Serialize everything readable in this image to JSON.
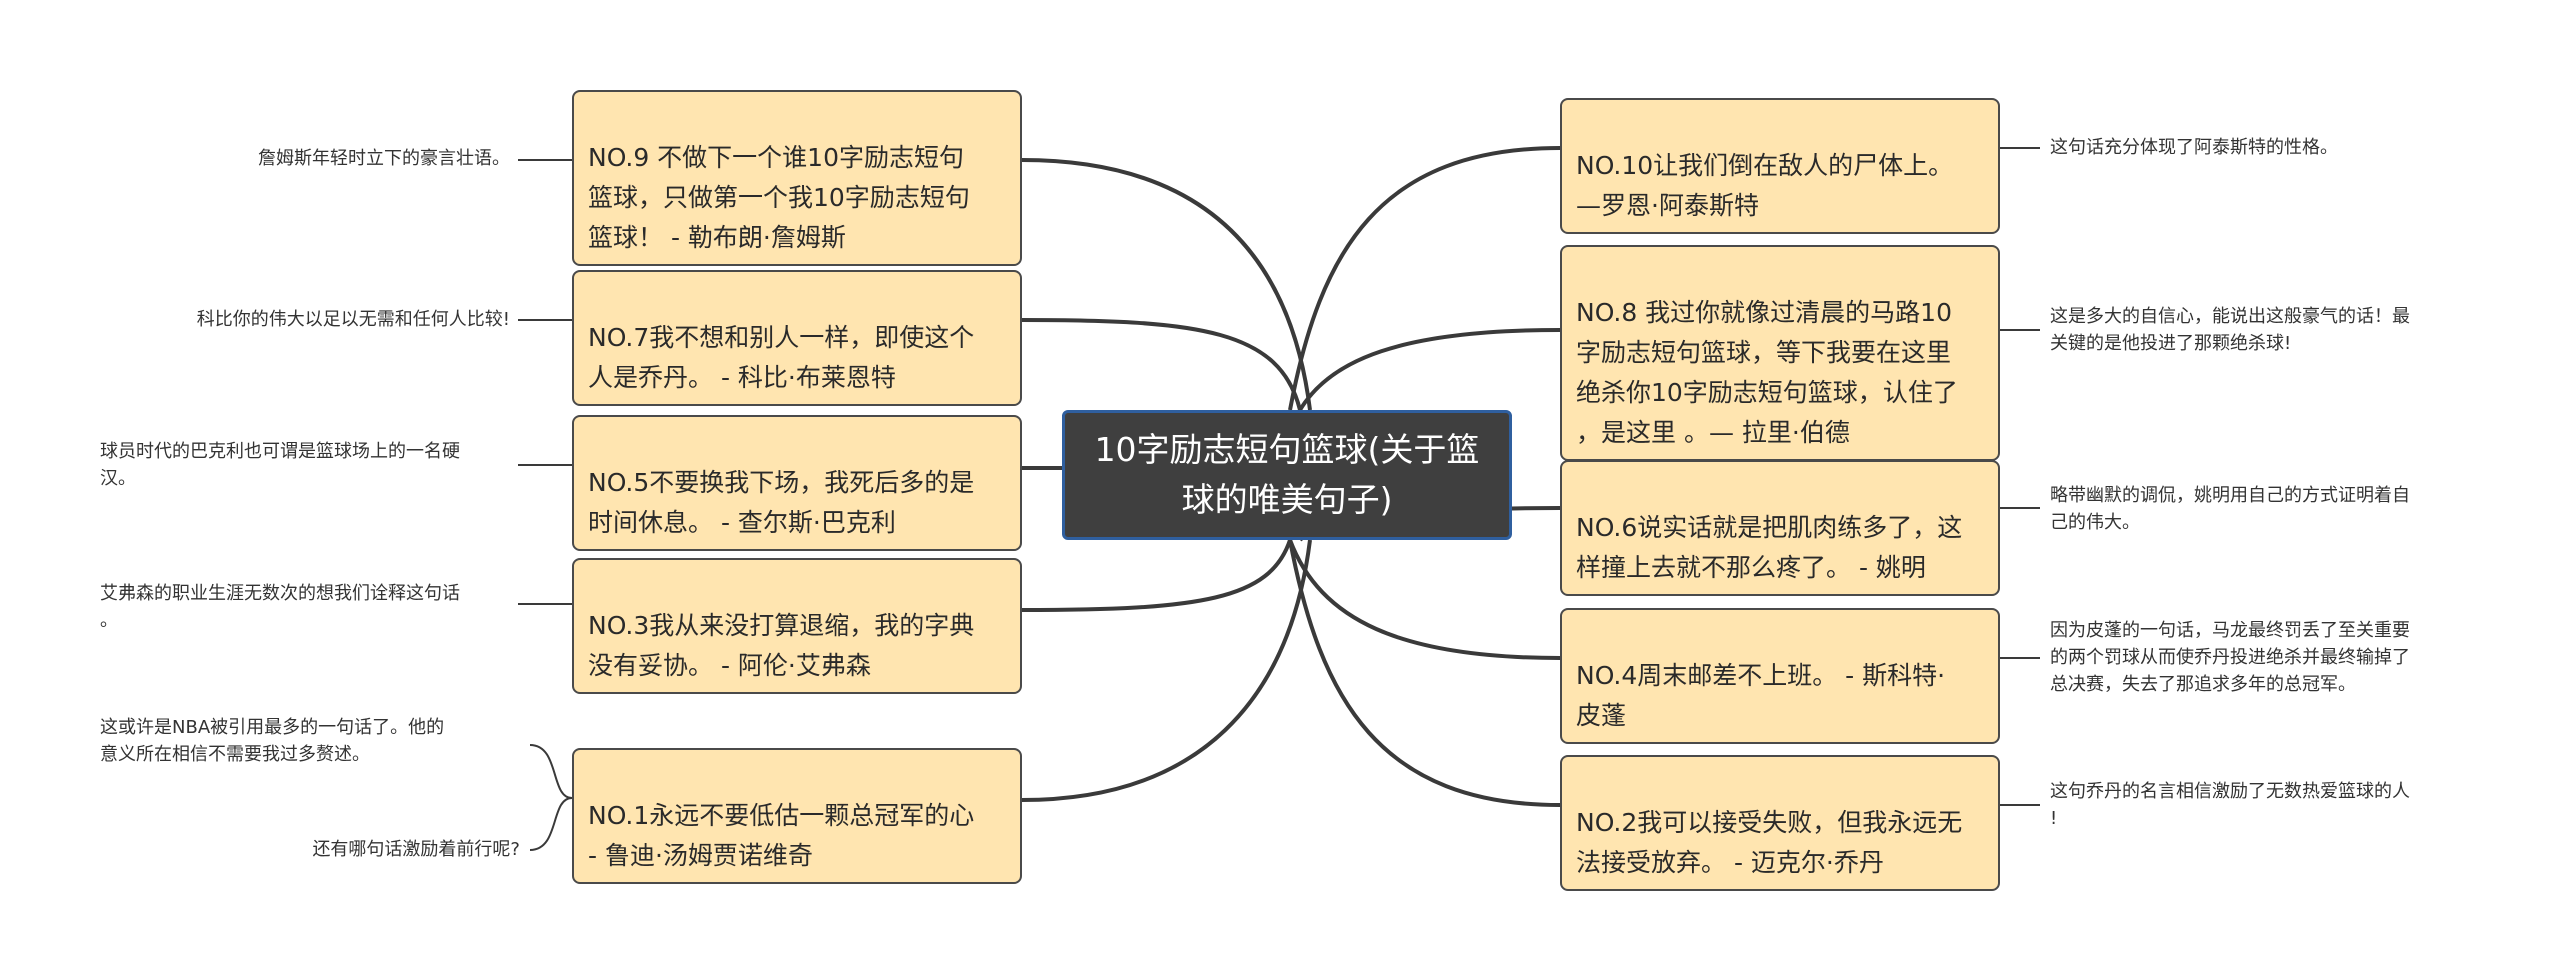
{
  "center": {
    "title": "10字励志短句篮球(关于篮\n球的唯美句子)"
  },
  "left_nodes": [
    {
      "id": "no9",
      "text": "NO.9 不做下一个谁10字励志短句\n篮球，只做第一个我10字励志短句\n篮球！ - 勒布朗·詹姆斯",
      "note": "詹姆斯年轻时立下的豪言壮语。"
    },
    {
      "id": "no7",
      "text": "NO.7我不想和别人一样，即使这个\n人是乔丹。 - 科比·布莱恩特",
      "note": "科比你的伟大以足以无需和任何人比较!"
    },
    {
      "id": "no5",
      "text": "NO.5不要换我下场，我死后多的是\n时间休息。 - 查尔斯·巴克利",
      "note": "球员时代的巴克利也可谓是篮球场上的一名硬\n汉。"
    },
    {
      "id": "no3",
      "text": "NO.3我从来没打算退缩，我的字典\n没有妥协。 - 阿伦·艾弗森",
      "note": "艾弗森的职业生涯无数次的想我们诠释这句话\n。"
    },
    {
      "id": "no1",
      "text": "NO.1永远不要低估一颗总冠军的心\n - 鲁迪·汤姆贾诺维奇",
      "notes": [
        "这或许是NBA被引用最多的一句话了。他的\n意义所在相信不需要我过多赘述。",
        "还有哪句话激励着前行呢?"
      ]
    }
  ],
  "right_nodes": [
    {
      "id": "no10",
      "text": "NO.10让我们倒在敌人的尸体上。\n—罗恩·阿泰斯特",
      "note": "这句话充分体现了阿泰斯特的性格。"
    },
    {
      "id": "no8",
      "text": "NO.8 我过你就像过清晨的马路10\n字励志短句篮球，等下我要在这里\n绝杀你10字励志短句篮球，认住了\n，是这里 。— 拉里·伯德",
      "note": "这是多大的自信心，能说出这般豪气的话！最\n关键的是他投进了那颗绝杀球!"
    },
    {
      "id": "no6",
      "text": "NO.6说实话就是把肌肉练多了，这\n样撞上去就不那么疼了。 - 姚明",
      "note": "略带幽默的调侃，姚明用自己的方式证明着自\n己的伟大。"
    },
    {
      "id": "no4",
      "text": "NO.4周末邮差不上班。 - 斯科特·\n皮蓬",
      "note": "因为皮蓬的一句话，马龙最终罚丢了至关重要\n的两个罚球从而使乔丹投进绝杀并最终输掉了\n总决赛，失去了那追求多年的总冠军。"
    },
    {
      "id": "no2",
      "text": "NO.2我可以接受失败，但我永远无\n法接受放弃。 - 迈克尔·乔丹",
      "note": "这句乔丹的名言相信激励了无数热爱篮球的人\n!"
    }
  ],
  "colors": {
    "center_bg": "#3f3f3f",
    "center_border": "#2f5f9f",
    "node_bg": "#ffe5b0",
    "line": "#3a3a3a"
  }
}
